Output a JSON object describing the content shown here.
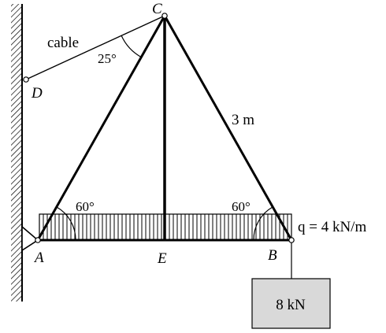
{
  "labels": {
    "cable": "cable",
    "angle_cable": "25°",
    "point_c": "C",
    "point_d": "D",
    "length": "3 m",
    "angle_left": "60°",
    "angle_right": "60°",
    "load_label": "q = 4 kN/m",
    "point_a": "A",
    "point_e": "E",
    "point_b": "B",
    "weight": "8 kN"
  },
  "colors": {
    "line": "#000000",
    "box_fill": "#d9d9d9"
  }
}
